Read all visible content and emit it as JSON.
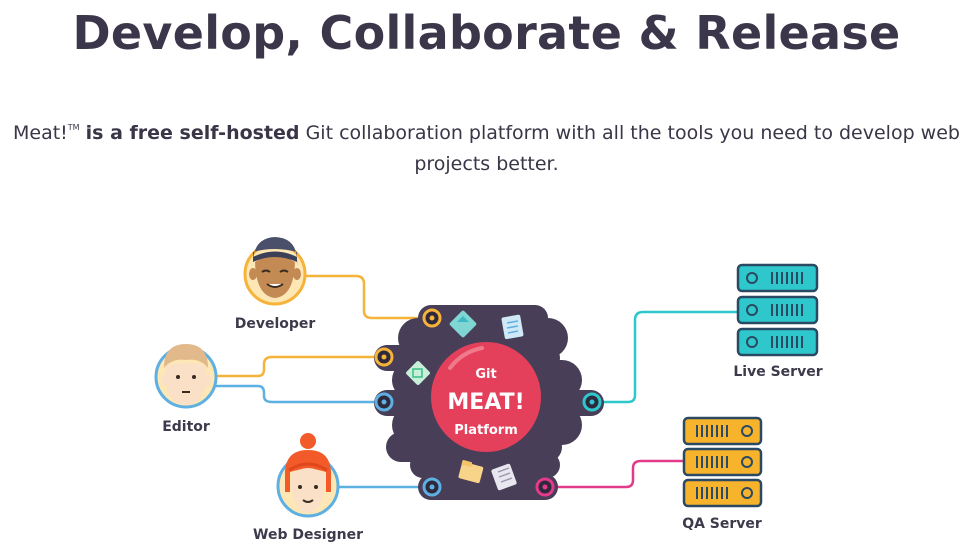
{
  "header": {
    "title": "Develop, Collaborate & Release",
    "brand": "Meat!",
    "trademark": "TM",
    "bold_phrase": "is a free self-hosted",
    "description_rest": "Git collaboration platform with all the tools you need to develop web projects better."
  },
  "diagram": {
    "hub": {
      "top": "Git",
      "main": "MEAT!",
      "bottom": "Platform"
    },
    "people": [
      {
        "label": "Developer"
      },
      {
        "label": "Editor"
      },
      {
        "label": "Web Designer"
      }
    ],
    "servers": [
      {
        "label": "Live Server"
      },
      {
        "label": "QA Server"
      }
    ],
    "colors": {
      "hub_body": "#483e58",
      "hub_circle": "#e4405c",
      "developer_line": "#f6b33a",
      "editor_line": "#5eb0e3",
      "designer_line": "#5eb0e3",
      "live_server": "#2ec7cc",
      "live_line": "#2ec7cc",
      "qa_server": "#f8b32c",
      "qa_line": "#e43a8c"
    }
  }
}
